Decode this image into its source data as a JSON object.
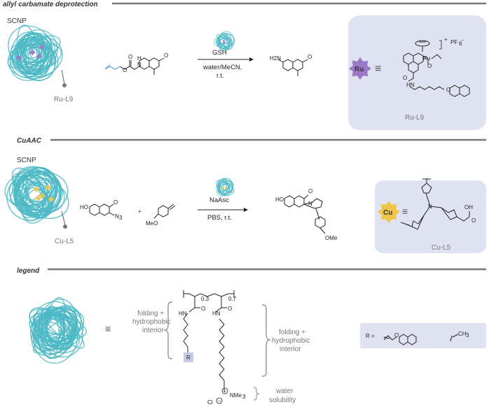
{
  "sections": {
    "s1_title": "allyl carbamate deprotection",
    "s2_title": "CuAAC",
    "s3_title": "legend"
  },
  "panel1": {
    "scnp_label": "SCNP",
    "catalyst_label": "Ru-L9",
    "reagent": "GSH",
    "conditions1": "water/MeCN,",
    "conditions2": "r.t.",
    "metal": "Ru",
    "box_caption": "Ru-L9",
    "charge": "+",
    "counterion": "PF",
    "counterion_sub": "6",
    "counterion_sup": "-",
    "atoms": {
      "H": "H",
      "N": "N",
      "O": "O",
      "H2N": "H2N",
      "HN": "HN",
      "Ru": "Ru",
      "O_sub": "O"
    }
  },
  "panel2": {
    "scnp_label": "SCNP",
    "catalyst_label": "Cu-L5",
    "reagent": "NaAsc",
    "conditions": "PBS, r.t.",
    "plus": "+",
    "metal": "Cu",
    "box_caption": "Cu-L5",
    "atoms": {
      "HO": "HO",
      "N3": "N",
      "N3_sub": "3",
      "MeO": "MeO",
      "OMe": "OMe",
      "OH": "OH",
      "N": "N",
      "O": "O"
    }
  },
  "panel3": {
    "equiv": "≡",
    "x1": "0.3",
    "x2": "0.7",
    "brace1": [
      "folding +",
      "hydrophobic",
      "interior"
    ],
    "brace2": [
      "folding +",
      "hydrophobic",
      "interior"
    ],
    "brace3": [
      "water",
      "solubility"
    ],
    "r_group": "R",
    "r_label": "R =",
    "ch3": "CH",
    "ch3_sub": "3",
    "nme3": "NMe",
    "nme3_sub": "3",
    "cl": "Cl",
    "hn": "HN",
    "o": "O"
  },
  "colors": {
    "scnp_teal": "#4cb8c4",
    "ru_purple": "#9b79c8",
    "cu_gold": "#f0c64a",
    "panel_bg": "#dfe3f1",
    "section_rule": "#777777",
    "allyl_blue": "#4a8fc7"
  }
}
